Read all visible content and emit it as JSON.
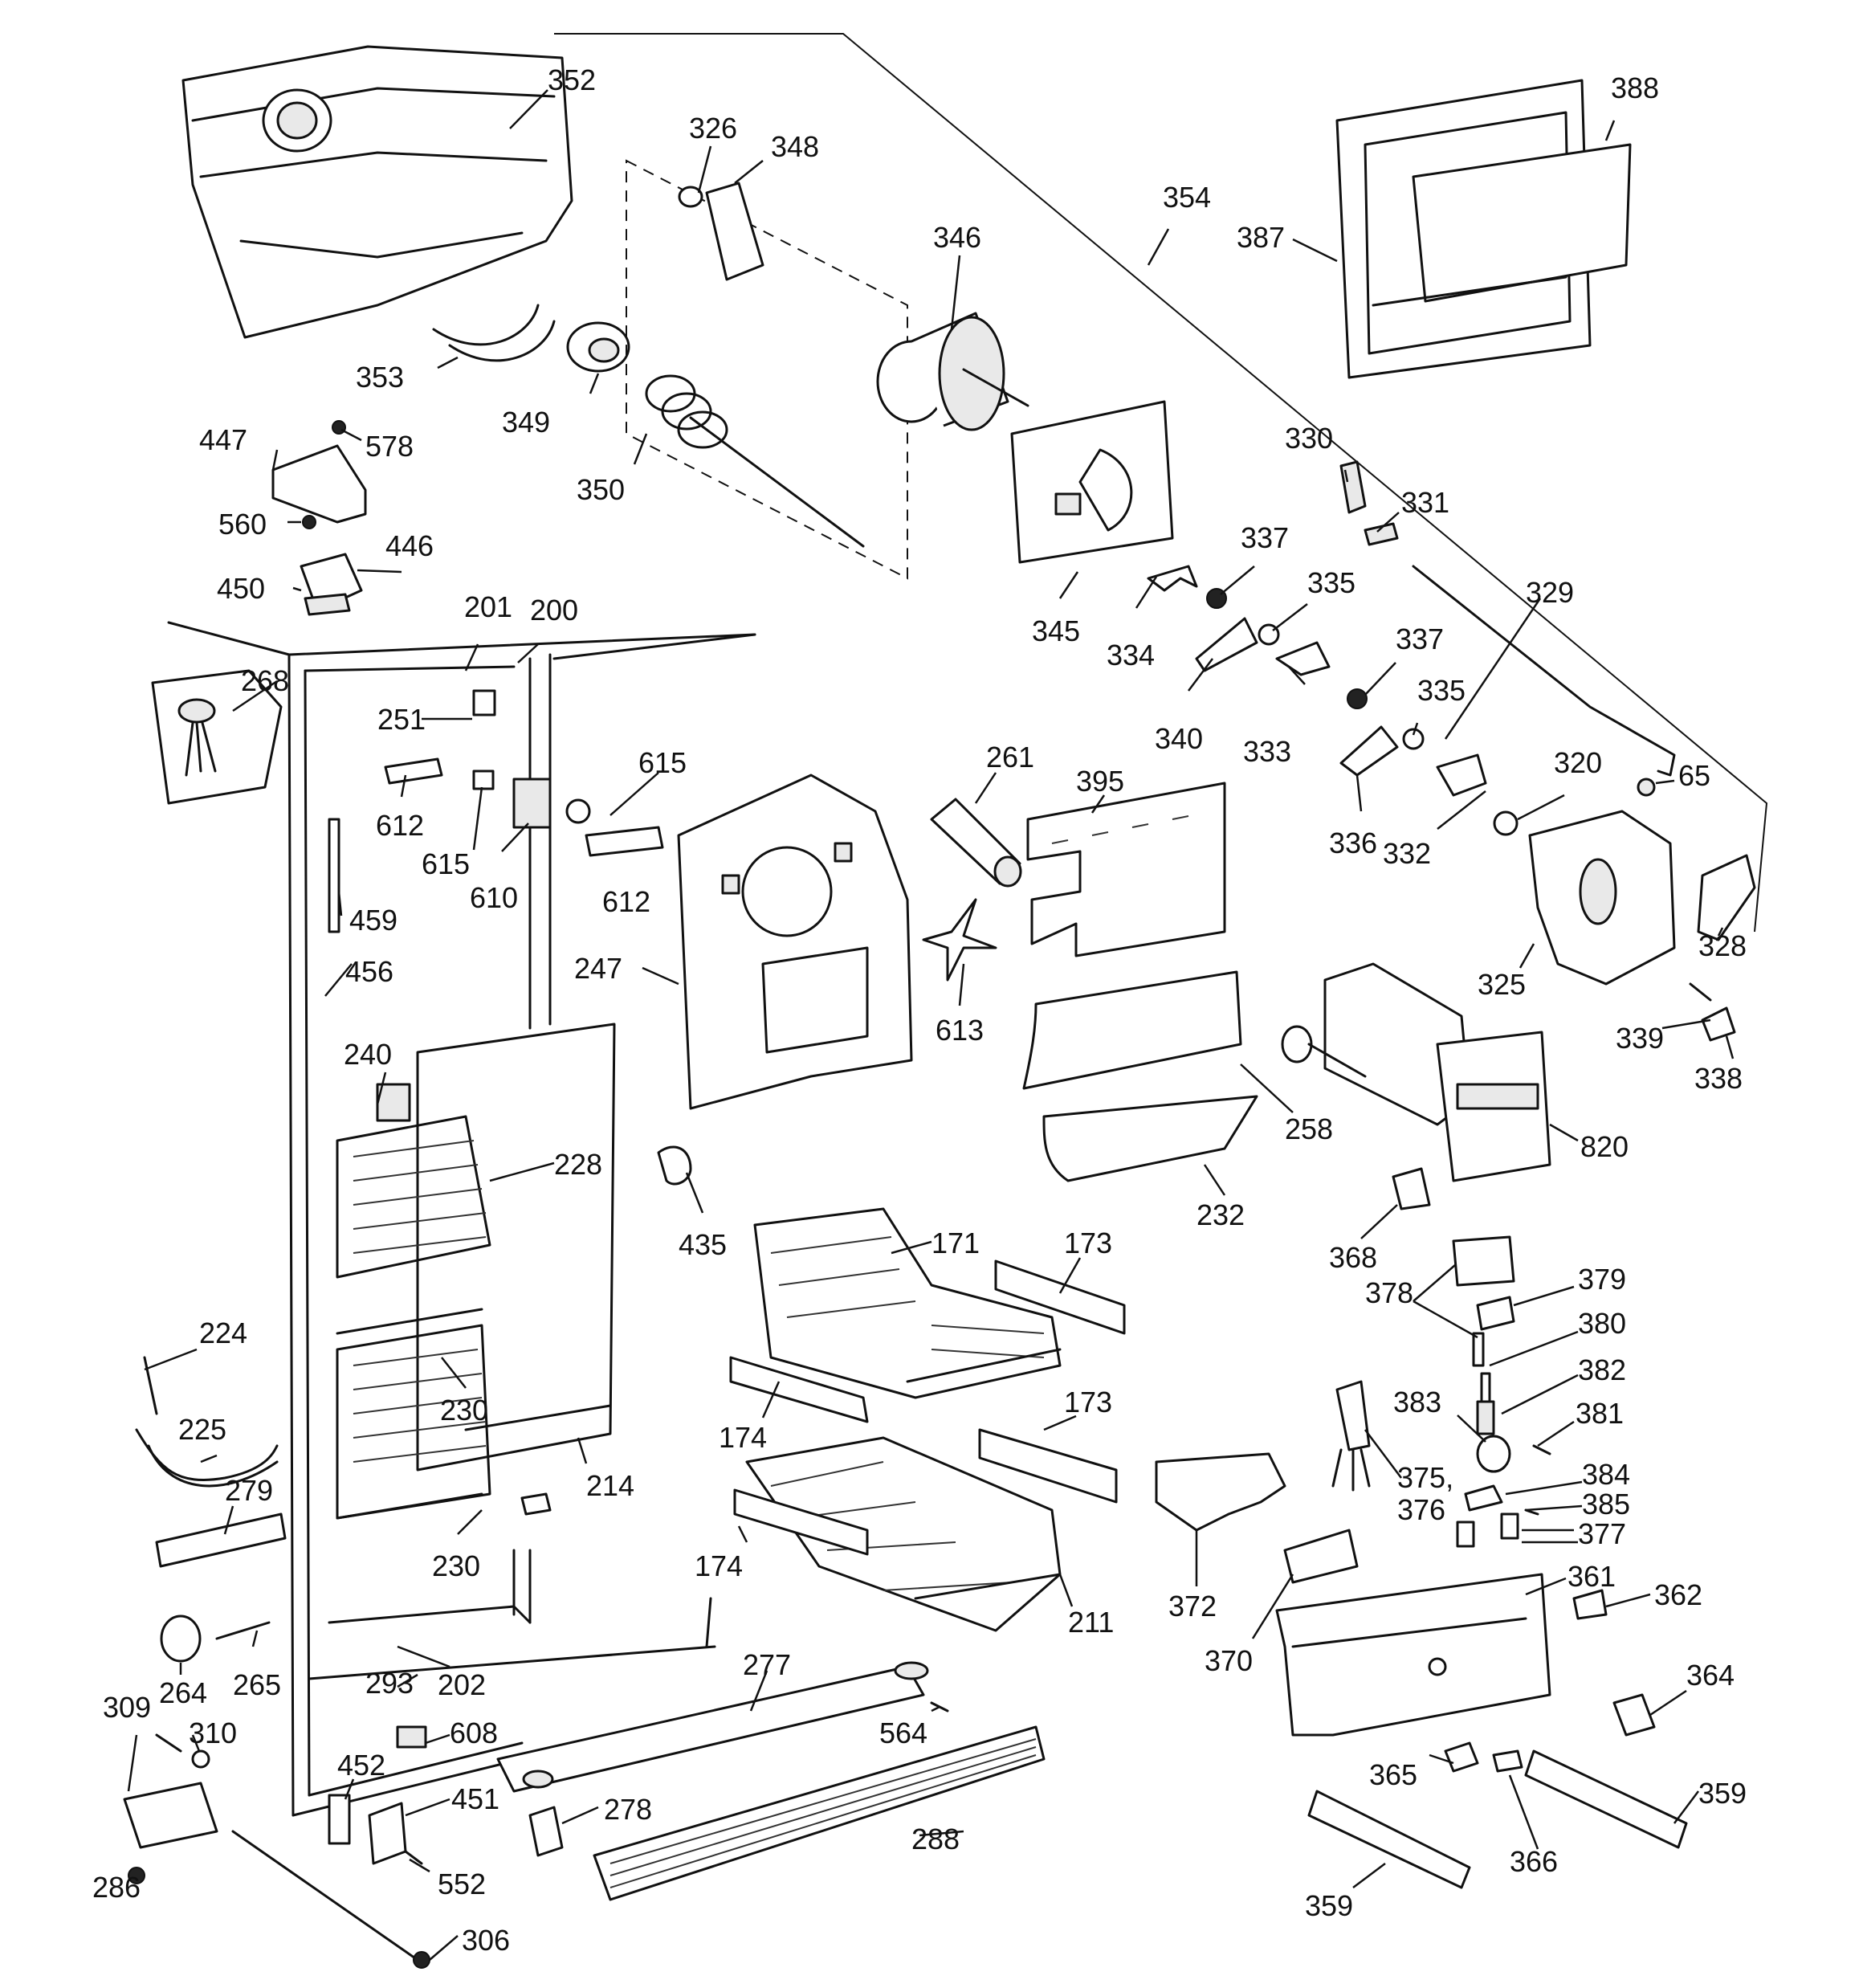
{
  "labels": {
    "p352": "352",
    "p326": "326",
    "p348": "348",
    "p346": "346",
    "p354": "354",
    "p388": "388",
    "p387": "387",
    "p353": "353",
    "p349": "349",
    "p350": "350",
    "p447": "447",
    "p578": "578",
    "p560": "560",
    "p446": "446",
    "p450": "450",
    "p330": "330",
    "p331": "331",
    "p337a": "337",
    "p335a": "335",
    "p345": "345",
    "p334": "334",
    "p340": "340",
    "p333": "333",
    "p337b": "337",
    "p335b": "335",
    "p329": "329",
    "p336": "336",
    "p332": "332",
    "p320": "320",
    "p65": "65",
    "p328": "328",
    "p325": "325",
    "p339": "339",
    "p338": "338",
    "p201": "201",
    "p200": "200",
    "p268": "268",
    "p251": "251",
    "p612a": "612",
    "p615a": "615",
    "p615b": "615",
    "p610": "610",
    "p612b": "612",
    "p261": "261",
    "p395": "395",
    "p459": "459",
    "p456": "456",
    "p247": "247",
    "p613": "613",
    "p240": "240",
    "p228": "228",
    "p258": "258",
    "p820": "820",
    "p232": "232",
    "p435": "435",
    "p368": "368",
    "p171": "171",
    "p173a": "173",
    "p378": "378",
    "p379": "379",
    "p380": "380",
    "p224": "224",
    "p382": "382",
    "p230a": "230",
    "p174a": "174",
    "p383": "383",
    "p381": "381",
    "p173b": "173",
    "p225": "225",
    "p375": "375,",
    "p376": "376",
    "p214": "214",
    "p384": "384",
    "p385": "385",
    "p279": "279",
    "p377": "377",
    "p230b": "230",
    "p174b": "174",
    "p361": "361",
    "p211": "211",
    "p372": "372",
    "p362": "362",
    "p265": "265",
    "p264": "264",
    "p202": "202",
    "p370": "370",
    "p277": "277",
    "p293": "293",
    "p364": "364",
    "p309": "309",
    "p310": "310",
    "p608": "608",
    "p564": "564",
    "p452": "452",
    "p365": "365",
    "p359a": "359",
    "p451": "451",
    "p278": "278",
    "p288": "288",
    "p366": "366",
    "p286": "286",
    "p552": "552",
    "p359b": "359",
    "p306": "306"
  }
}
